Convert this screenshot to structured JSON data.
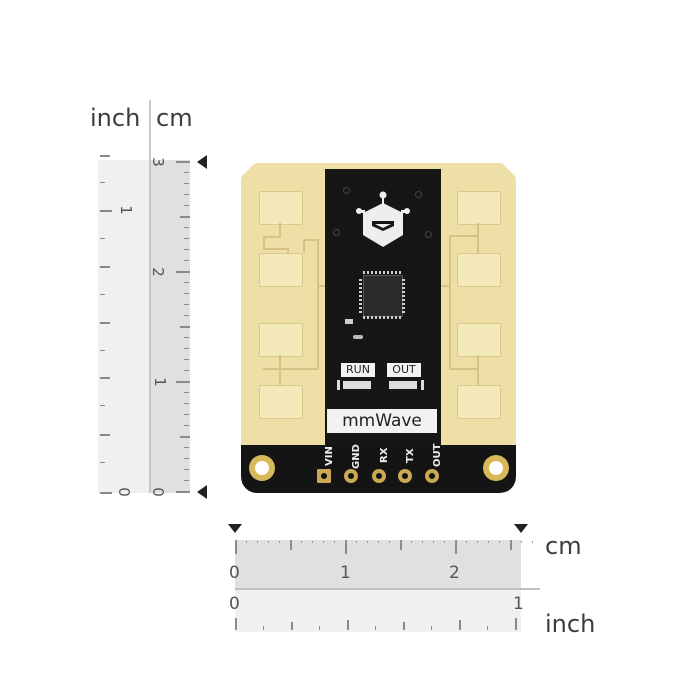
{
  "vertical_ruler": {
    "inch_label": "inch",
    "cm_label": "cm",
    "cm_numbers": [
      "3",
      "2",
      "1",
      "0"
    ],
    "inch_numbers": [
      "1",
      "0"
    ]
  },
  "horizontal_ruler": {
    "cm_label": "cm",
    "inch_label": "inch",
    "cm_numbers": [
      "0",
      "1",
      "2"
    ],
    "inch_numbers": [
      "0",
      "1"
    ]
  },
  "board": {
    "name": "mmWave",
    "led_labels": [
      "RUN",
      "OUT"
    ],
    "pins": [
      "VIN",
      "GND",
      "RX",
      "TX",
      "OUT"
    ],
    "colors": {
      "gold": "#eedfa6",
      "soldermask": "#161616",
      "silkscreen": "#f2f2f2"
    }
  }
}
